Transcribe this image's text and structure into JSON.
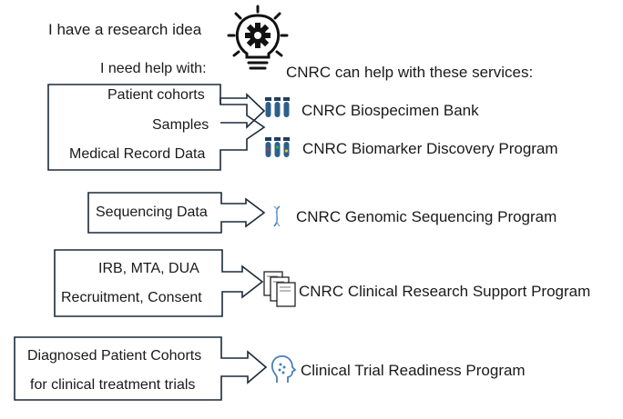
{
  "header": {
    "idea": "I have a research idea",
    "help_with": "I need help with:",
    "cnrc_help": "CNRC can help with these services:",
    "bulb_icon": "lightbulb-gear-icon"
  },
  "groups": [
    {
      "needs": [
        "Patient cohorts",
        "Samples",
        "Medical Record Data"
      ],
      "services": [
        {
          "label": "CNRC Biospecimen Bank",
          "icon": "test-tubes-icon"
        },
        {
          "label": "CNRC Biomarker Discovery Program",
          "icon": "sample-tubes-icon"
        }
      ]
    },
    {
      "needs": [
        "Sequencing Data"
      ],
      "services": [
        {
          "label": "CNRC Genomic Sequencing Program",
          "icon": "dna-icon"
        }
      ]
    },
    {
      "needs": [
        "IRB,  MTA, DUA",
        "Recruitment, Consent"
      ],
      "services": [
        {
          "label": "CNRC Clinical Research Support Program",
          "icon": "documents-icon"
        }
      ]
    },
    {
      "needs": [
        "Diagnosed Patient Cohorts",
        "for clinical treatment trials"
      ],
      "services": [
        {
          "label": "Clinical Trial Readiness Program",
          "icon": "head-profile-icon"
        }
      ]
    }
  ],
  "colors": {
    "outline": "#1b2a3a",
    "tube_blue": "#2e5f8a",
    "tube_cap": "#1e3f5e",
    "icon_accent": "#4a7fb5"
  }
}
